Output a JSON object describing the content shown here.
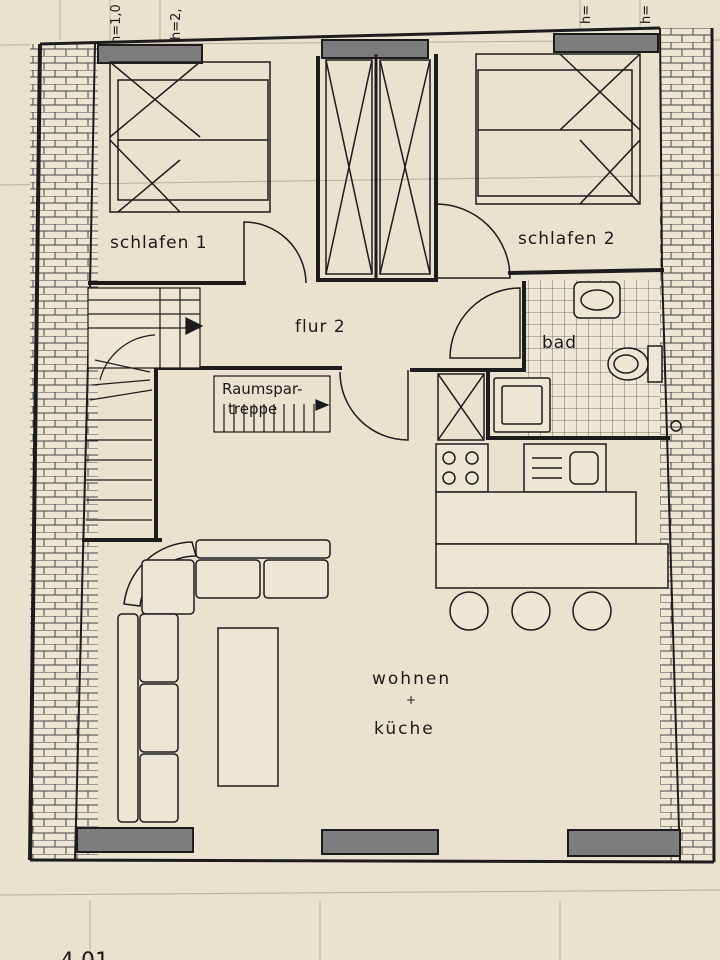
{
  "rooms": {
    "bedroom_1": "schlafen 1",
    "bedroom_2": "schlafen 2",
    "hallway": "flur 2",
    "bathroom": "bad",
    "space_saver_stair_line1": "Raumspar-",
    "space_saver_stair_line2": "treppe",
    "living_line1": "wohnen",
    "living_plus": "+",
    "living_line2": "küche"
  },
  "height_marks": {
    "top_left_1": "h=1,0",
    "top_left_2": "h=2,",
    "bottom_dim": "4,01"
  },
  "colors": {
    "paper": "#e9e2cf",
    "ink": "#1c1c1c",
    "window_fill": "#7c7c7c",
    "brick_line": "#444444"
  }
}
